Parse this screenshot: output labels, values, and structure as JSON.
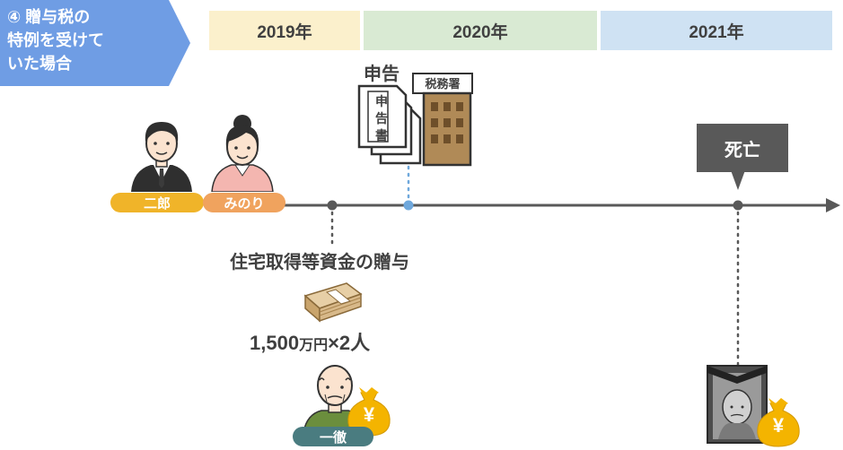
{
  "badge": {
    "text": "④ 贈与税の\n特例を受けて\nいた場合"
  },
  "years": [
    "2019年",
    "2020年",
    "2021年"
  ],
  "labels": {
    "shinkoku": "申告",
    "form_text": "申\n告\n書",
    "tax_office": "税務署",
    "death": "死亡",
    "gift_title": "住宅取得等資金の贈与",
    "amount_main": "1,500",
    "amount_unit": "万円",
    "amount_tail": "×2人"
  },
  "people": {
    "jiro": "二郎",
    "minori": "みのり",
    "issei": "一徹"
  },
  "icons": {
    "coin_symbol": "¥"
  },
  "colors": {
    "badge": "#6f9de4",
    "jiro_pill": "#f0b429",
    "minori_pill": "#f0a35e",
    "issei_pill": "#4a7c80",
    "coin": "#f4b400",
    "timeline": "#595959",
    "cash": "#d8b98a",
    "building": "#b08a57"
  }
}
